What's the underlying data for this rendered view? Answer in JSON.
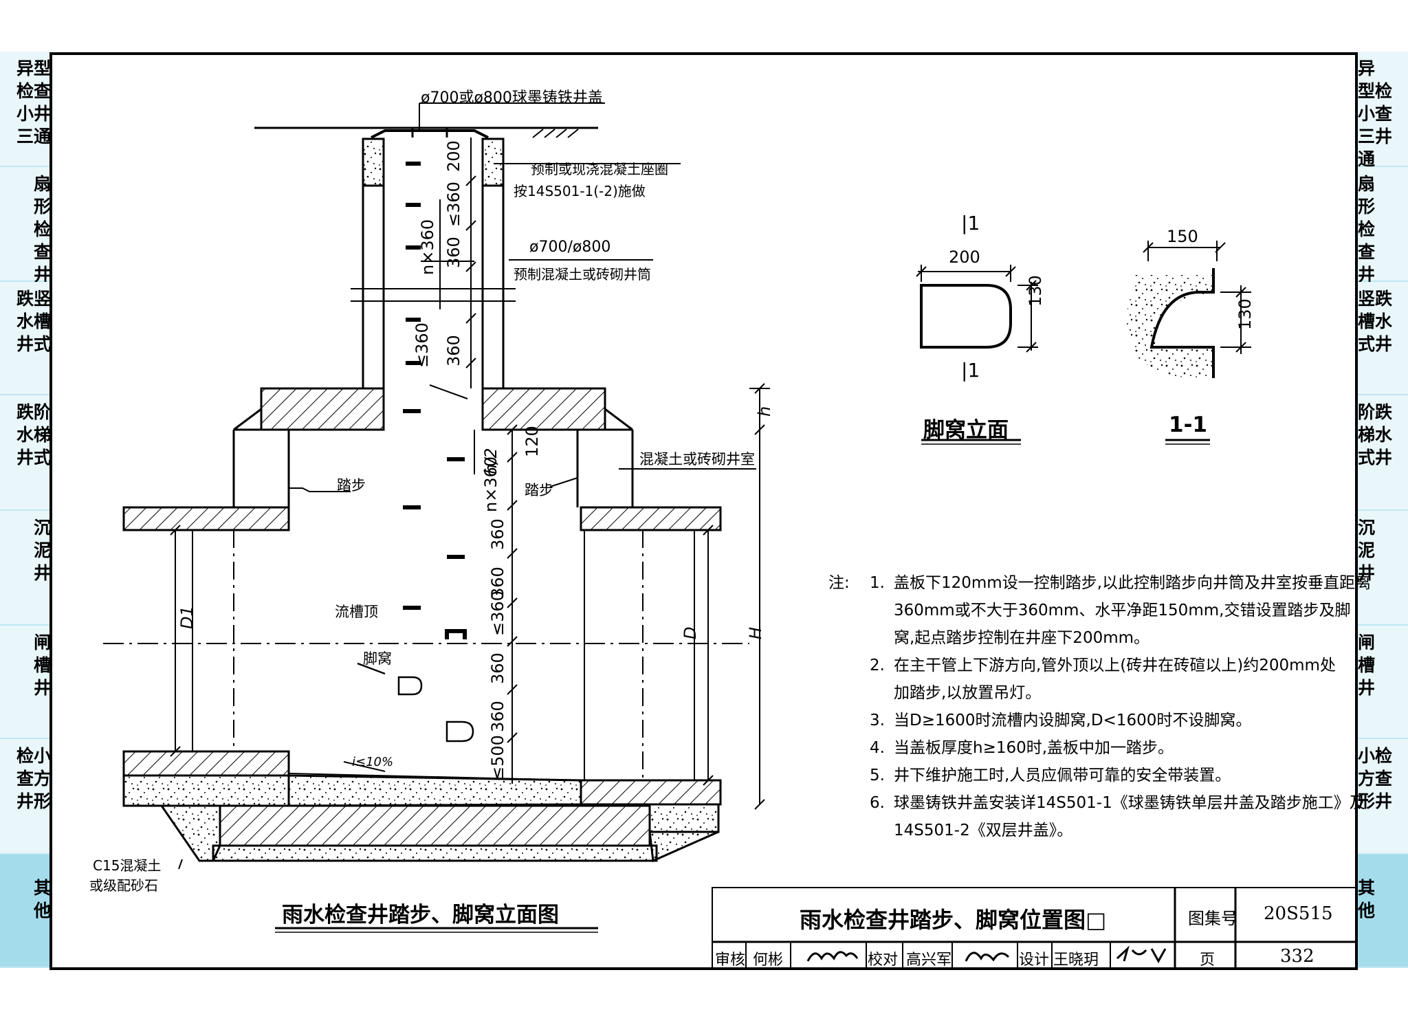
{
  "side_tabs": {
    "left": [
      {
        "lines": [
          "异型",
          "检查",
          "小井",
          "三通"
        ],
        "layout": "two"
      },
      {
        "lines": [
          "扇",
          "形",
          "检",
          "查",
          "井"
        ],
        "layout": "one"
      },
      {
        "lines": [
          "跌竖",
          "水槽",
          "井式"
        ],
        "layout": "one"
      },
      {
        "lines": [
          "跌阶",
          "水梯",
          "井式"
        ],
        "layout": "one"
      },
      {
        "lines": [
          "沉",
          "泥",
          "井"
        ],
        "layout": "one"
      },
      {
        "lines": [
          "闸",
          "槽",
          "井"
        ],
        "layout": "one"
      },
      {
        "lines": [
          "检小",
          "查方",
          "井形"
        ],
        "layout": "one"
      },
      {
        "lines": [
          "其",
          "他"
        ],
        "layout": "one",
        "active": true
      }
    ],
    "right": [
      {
        "lines": [
          "异",
          "型检",
          "小查",
          "三井",
          "通"
        ],
        "layout": "one"
      },
      {
        "lines": [
          "扇",
          "形",
          "检",
          "查",
          "井"
        ],
        "layout": "one"
      },
      {
        "lines": [
          "竖跌",
          "槽水",
          "式井"
        ],
        "layout": "one"
      },
      {
        "lines": [
          "阶跌",
          "梯水",
          "式井"
        ],
        "layout": "one"
      },
      {
        "lines": [
          "沉",
          "泥",
          "井"
        ],
        "layout": "one"
      },
      {
        "lines": [
          "闸",
          "槽",
          "井"
        ],
        "layout": "one"
      },
      {
        "lines": [
          "小检",
          "方查",
          "形井"
        ],
        "layout": "one"
      },
      {
        "lines": [
          "其",
          "他"
        ],
        "layout": "one",
        "active": true
      }
    ]
  },
  "elevation": {
    "cover_label": "ø700或ø800球墨铸铁井盖",
    "seat_ring_label_1": "预制或现浇混凝土座圈",
    "seat_ring_label_2": "按14S501-1(-2)施做",
    "shaft_label_1": "ø700/ø800",
    "shaft_label_2": "预制混凝土或砖砌井筒",
    "chamber_label": "混凝土或砖砌井室",
    "step_label_left": "踏步",
    "step_label_right": "踏步",
    "channel_top_label": "流槽顶",
    "foot_niche_label": "脚窝",
    "slope_label": "i≤10%",
    "base_label_1": "C15混凝土",
    "base_label_2": "或级配砂石",
    "dim_200": "200",
    "dim_le360_a": "≤360",
    "dim_360_a": "360",
    "dim_nx360_a": "n×360",
    "dim_360_b": "360",
    "dim_le360_b": "≤360",
    "dim_h": "h",
    "dim_h2": "h/2",
    "dim_120": "120",
    "dim_nx360_b": "n×360",
    "dim_360_c": "360",
    "dim_360_d": "360",
    "dim_le360_c": "≤360",
    "dim_360_e": "360",
    "dim_360_f": "360",
    "dim_le500": "≤500",
    "dim_D1": "D1",
    "dim_D": "D",
    "dim_H": "H",
    "title": "雨水检查井踏步、脚窝立面图"
  },
  "foot_niche_detail": {
    "section_mark": "1",
    "width": "200",
    "height": "130",
    "title": "脚窝立面"
  },
  "section_detail": {
    "depth": "150",
    "height": "130",
    "title": "1-1"
  },
  "notes": {
    "heading": "注:",
    "items": [
      {
        "num": "1.",
        "lines": [
          "盖板下120mm设一控制踏步,以此控制踏步向井筒及井室按垂直距离",
          "360mm或不大于360mm、水平净距150mm,交错设置踏步及脚",
          "窝,起点踏步控制在井座下200mm。"
        ]
      },
      {
        "num": "2.",
        "lines": [
          "在主干管上下游方向,管外顶以上(砖井在砖碹以上)约200mm处",
          "加踏步,以放置吊灯。"
        ]
      },
      {
        "num": "3.",
        "lines": [
          "当D≥1600时流槽内设脚窝,D<1600时不设脚窝。"
        ]
      },
      {
        "num": "4.",
        "lines": [
          "当盖板厚度h≥160时,盖板中加一踏步。"
        ]
      },
      {
        "num": "5.",
        "lines": [
          "井下维护施工时,人员应佩带可靠的安全带装置。"
        ]
      },
      {
        "num": "6.",
        "lines": [
          "球墨铸铁井盖安装详14S501-1《球墨铸铁单层井盖及踏步施工》及",
          "14S501-2《双层井盖》。"
        ]
      }
    ]
  },
  "title_block": {
    "drawing_title": "雨水检查井踏步、脚窝位置图",
    "atlas_label": "图集号",
    "atlas_no": "20S515",
    "review_label": "审核",
    "reviewer": "何彬",
    "check_label": "校对",
    "checker": "高兴军",
    "design_label": "设计",
    "designer": "王晓玥",
    "page_label": "页",
    "page_no": "332"
  },
  "colors": {
    "tab_bg": "#e9f6fa",
    "tab_active": "#a5dceb",
    "line": "#000000"
  }
}
